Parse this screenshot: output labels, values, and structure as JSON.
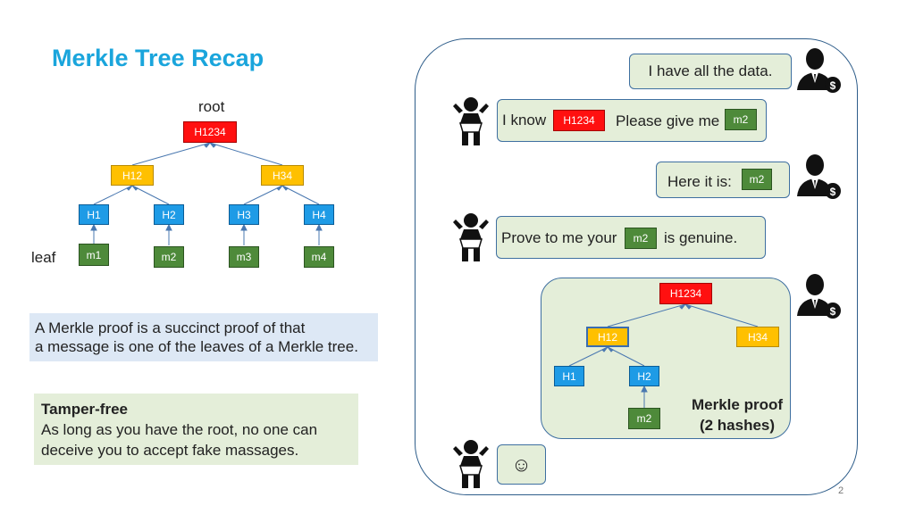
{
  "slide": {
    "title": "Merkle Tree Recap",
    "page_number": "2"
  },
  "tree": {
    "root_label": "root",
    "leaf_label": "leaf",
    "root": "H1234",
    "level1": [
      "H12",
      "H34"
    ],
    "level2": [
      "H1",
      "H2",
      "H3",
      "H4"
    ],
    "leaves": [
      "m1",
      "m2",
      "m3",
      "m4"
    ]
  },
  "definition": {
    "line1": "A Merkle proof is a succinct proof of that",
    "line2": "a message is one of the leaves of a Merkle tree."
  },
  "tamper": {
    "heading": "Tamper-free",
    "line1": "As long as you have the root, no one can",
    "line2": "deceive you to accept fake massages."
  },
  "dialog": {
    "server_1": "I have all the data.",
    "client_1_prefix": "I know",
    "client_1_hash": "H1234",
    "client_1_suffix": "Please give me",
    "client_1_msg": "m2",
    "server_2_prefix": "Here it is:",
    "server_2_msg": "m2",
    "client_2_prefix": "Prove to me your",
    "client_2_msg": "m2",
    "client_2_suffix": "is genuine.",
    "client_3": "☺"
  },
  "proof": {
    "root": "H1234",
    "h12": "H12",
    "h34": "H34",
    "h1": "H1",
    "h2": "H2",
    "leaf": "m2",
    "label_line1": "Merkle proof",
    "label_line2": "(2 hashes)"
  },
  "icons": {
    "client": "person-icon",
    "server": "banker-icon"
  },
  "colors": {
    "title": "#1aa5dc",
    "root_node": "#ff1010",
    "mid_node": "#ffc000",
    "hash_node": "#1e9be6",
    "message_node": "#4e8a3a",
    "bubble_fill": "#e4eed9",
    "definition_fill": "#dde8f5"
  }
}
